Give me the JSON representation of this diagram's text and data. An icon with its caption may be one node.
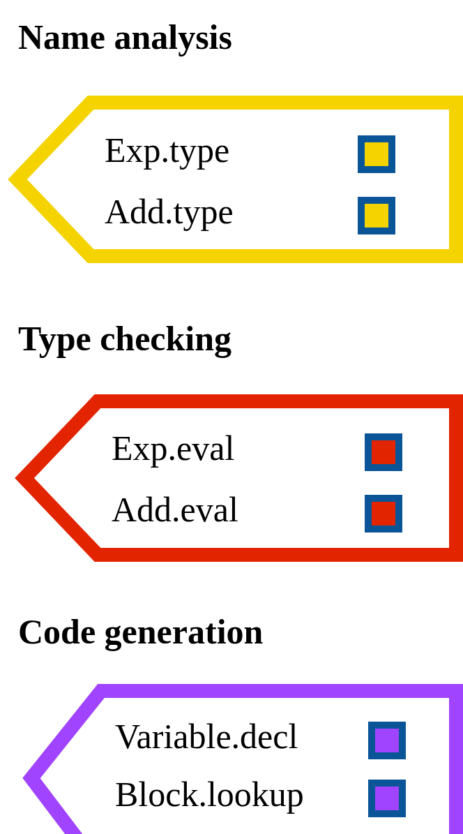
{
  "diagram": {
    "nodes": [
      {
        "text": [
          "Name analysis",
          "Exp.type",
          "Add.type"
        ]
      },
      {
        "text": [
          "Type checking",
          "Exp.eval",
          "Add.eval"
        ]
      },
      {
        "text": [
          "Code generation",
          "Variable.decl",
          "Block.lookup"
        ]
      }
    ]
  }
}
